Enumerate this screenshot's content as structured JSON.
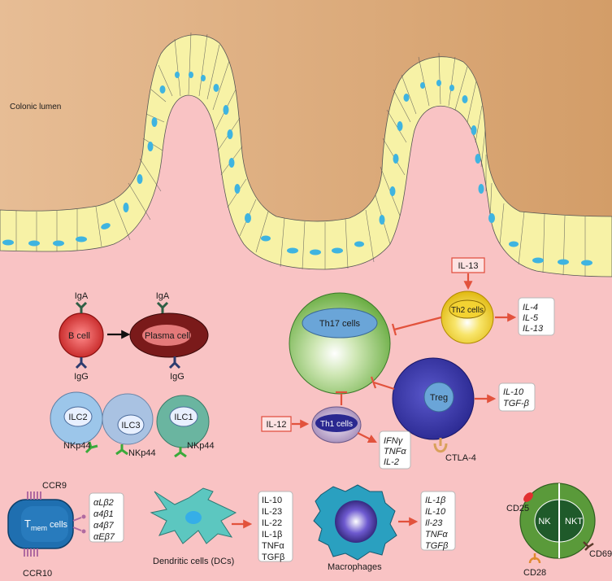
{
  "labels": {
    "colonic_lumen": "Colonic lumen",
    "igA_1": "IgA",
    "igA_2": "IgA",
    "igG_1": "IgG",
    "igG_2": "IgG",
    "b_cell": "B cell",
    "plasma_cell": "Plasma cell",
    "th17": "Th17 cells",
    "th2": "Th2 cells",
    "th1": "Th1 cells",
    "treg": "Treg",
    "il13": "IL-13",
    "il12": "IL-12",
    "ctla4": "CTLA-4",
    "ilc2": "ILC2",
    "ilc3": "ILC3",
    "ilc1": "ILC1",
    "nkp44_1": "NKp44",
    "nkp44_2": "NKp44",
    "nkp44_3": "NKp44",
    "ccr9": "CCR9",
    "ccr10": "CCR10",
    "tmem_main": "T",
    "tmem_sub": "mem",
    "tmem_tail": " cells",
    "dcs": "Dendritic cells (DCs)",
    "macrophages": "Macrophages",
    "nk": "NK",
    "nkt": "NKT",
    "cd25": "CD25",
    "cd28": "CD28",
    "cd69": "CD69"
  },
  "lists": {
    "th2_outputs": [
      "IL-4",
      "IL-5",
      "IL-13"
    ],
    "treg_outputs": [
      "IL-10",
      "TGF-β"
    ],
    "th1_outputs": [
      "IFNγ",
      "TNFα",
      "IL-2"
    ],
    "integrins": [
      "αLβ2",
      "α4β1",
      "α4β7",
      "αEβ7"
    ],
    "dc_outputs": [
      "IL-10",
      "IL-23",
      "IL-22",
      "IL-1β",
      "TNFα",
      "TGFβ"
    ],
    "macrophage_outputs": [
      "IL-1β",
      "IL-10",
      "Il-23",
      "TNFα",
      "TGFβ"
    ]
  },
  "colors": {
    "lumen": "#dcaa7c",
    "tissue": "#f9c3c4",
    "epithelium": "#f7f2a6",
    "nucleus": "#3fb4e0",
    "arrow_red": "#e2523c",
    "b_cell": "#d92a2a",
    "plasma_cell": "#7a1a1a",
    "th17": "#8cc46a",
    "th2": "#f3d232",
    "th1": "#b8a0c8",
    "treg": "#3c3aa8",
    "ilc2": "#9cc6ea",
    "ilc3": "#a9c2e2",
    "ilc1": "#6ab5a0",
    "tmem": "#1f6fb0",
    "dc": "#5cc7c0",
    "macrophage": "#2aa0c0",
    "nk": "#5a9a3a"
  }
}
